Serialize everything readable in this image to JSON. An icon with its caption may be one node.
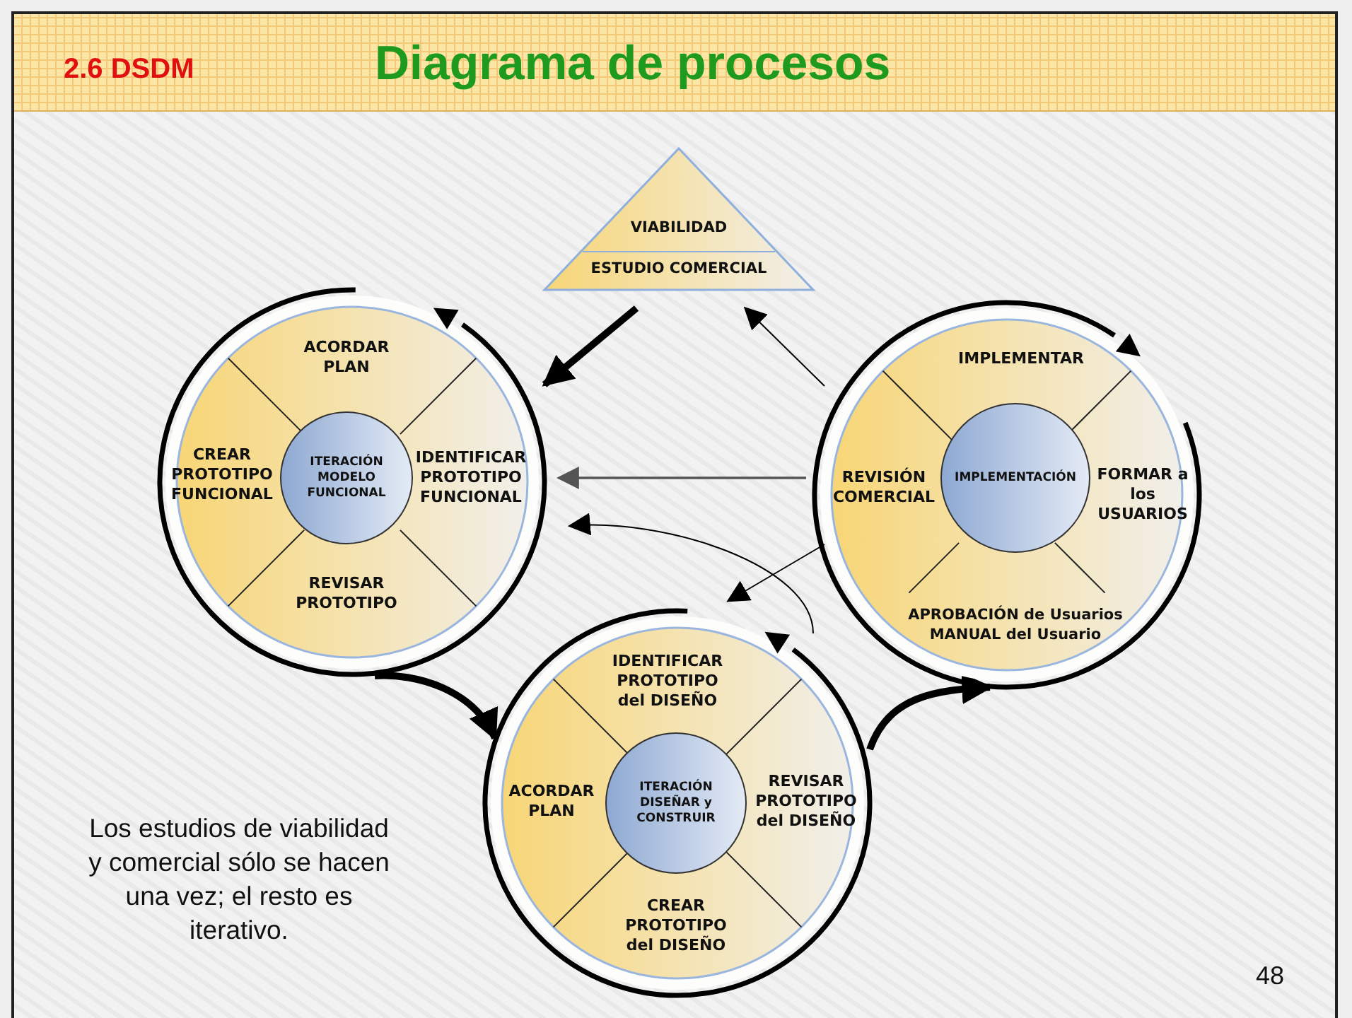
{
  "diagram": {
    "title": "Diagrama de procesos",
    "nodes": [
      {
        "text": [
          "VIABILIDAD",
          "ESTUDIO COMERCIAL"
        ]
      },
      {
        "text": [],
        "shape": "circle"
      },
      {
        "text": [
          "ACORDAR PLAN"
        ],
        "in": 1
      },
      {
        "text": [
          "CREAR PROTOTIPO FUNCIONAL"
        ],
        "in": 1
      },
      {
        "text": [
          "ITERACIÓN MODELO FUNCIONAL"
        ],
        "in": 1
      },
      {
        "text": [
          "IDENTIFICAR PROTOTIPO FUNCIONAL"
        ],
        "in": 1
      },
      {
        "text": [
          "REVISAR PROTOTIPO"
        ],
        "in": 1
      },
      {
        "text": [],
        "shape": "circle"
      },
      {
        "text": [
          "IMPLEMENTAR"
        ],
        "in": 7
      },
      {
        "text": [
          "REVISIÓN COMERCIAL"
        ],
        "in": 7
      },
      {
        "text": [
          "IMPLEMENTACIÓN"
        ],
        "in": 7
      },
      {
        "text": [
          "FORMAR a los USUARIOS"
        ],
        "in": 7
      },
      {
        "text": [
          "APROBACIÓN de Usuarios MANUAL del Usuario"
        ],
        "in": 7
      },
      {
        "text": [],
        "shape": "circle"
      },
      {
        "text": [
          "IDENTIFICAR PROTOTIPO del DISEÑO"
        ],
        "in": 13
      },
      {
        "text": [
          "ACORDAR PLAN"
        ],
        "in": 13
      },
      {
        "text": [
          "ITERACIÓN DISEÑAR y CONSTRUIR"
        ],
        "in": 13
      },
      {
        "text": [
          "REVISAR PROTOTIPO del DISEÑO"
        ],
        "in": 13
      },
      {
        "text": [
          "CREAR PROTOTIPO del DISEÑO"
        ],
        "in": 13
      }
    ],
    "edges": [
      {
        "from": 0,
        "to": 1,
        "arrow": "to",
        "style": "thick"
      },
      {
        "from": 7,
        "to": 0,
        "arrow": "to"
      },
      {
        "from": 7,
        "to": 1,
        "arrow": "to",
        "color": "#555555"
      },
      {
        "from": 13,
        "to": 1,
        "arrow": "to"
      },
      {
        "from": 7,
        "to": 13,
        "arrow": "to"
      },
      {
        "from": 1,
        "to": 13,
        "arrow": "to",
        "style": "thick"
      },
      {
        "from": 13,
        "to": 7,
        "arrow": "to",
        "style": "thick"
      }
    ],
    "labels": [
      "2.6 DSDM",
      "Los estudios de viabilidad y comercial sólo se hacen una vez; el resto es iterativo.",
      "48"
    ]
  }
}
